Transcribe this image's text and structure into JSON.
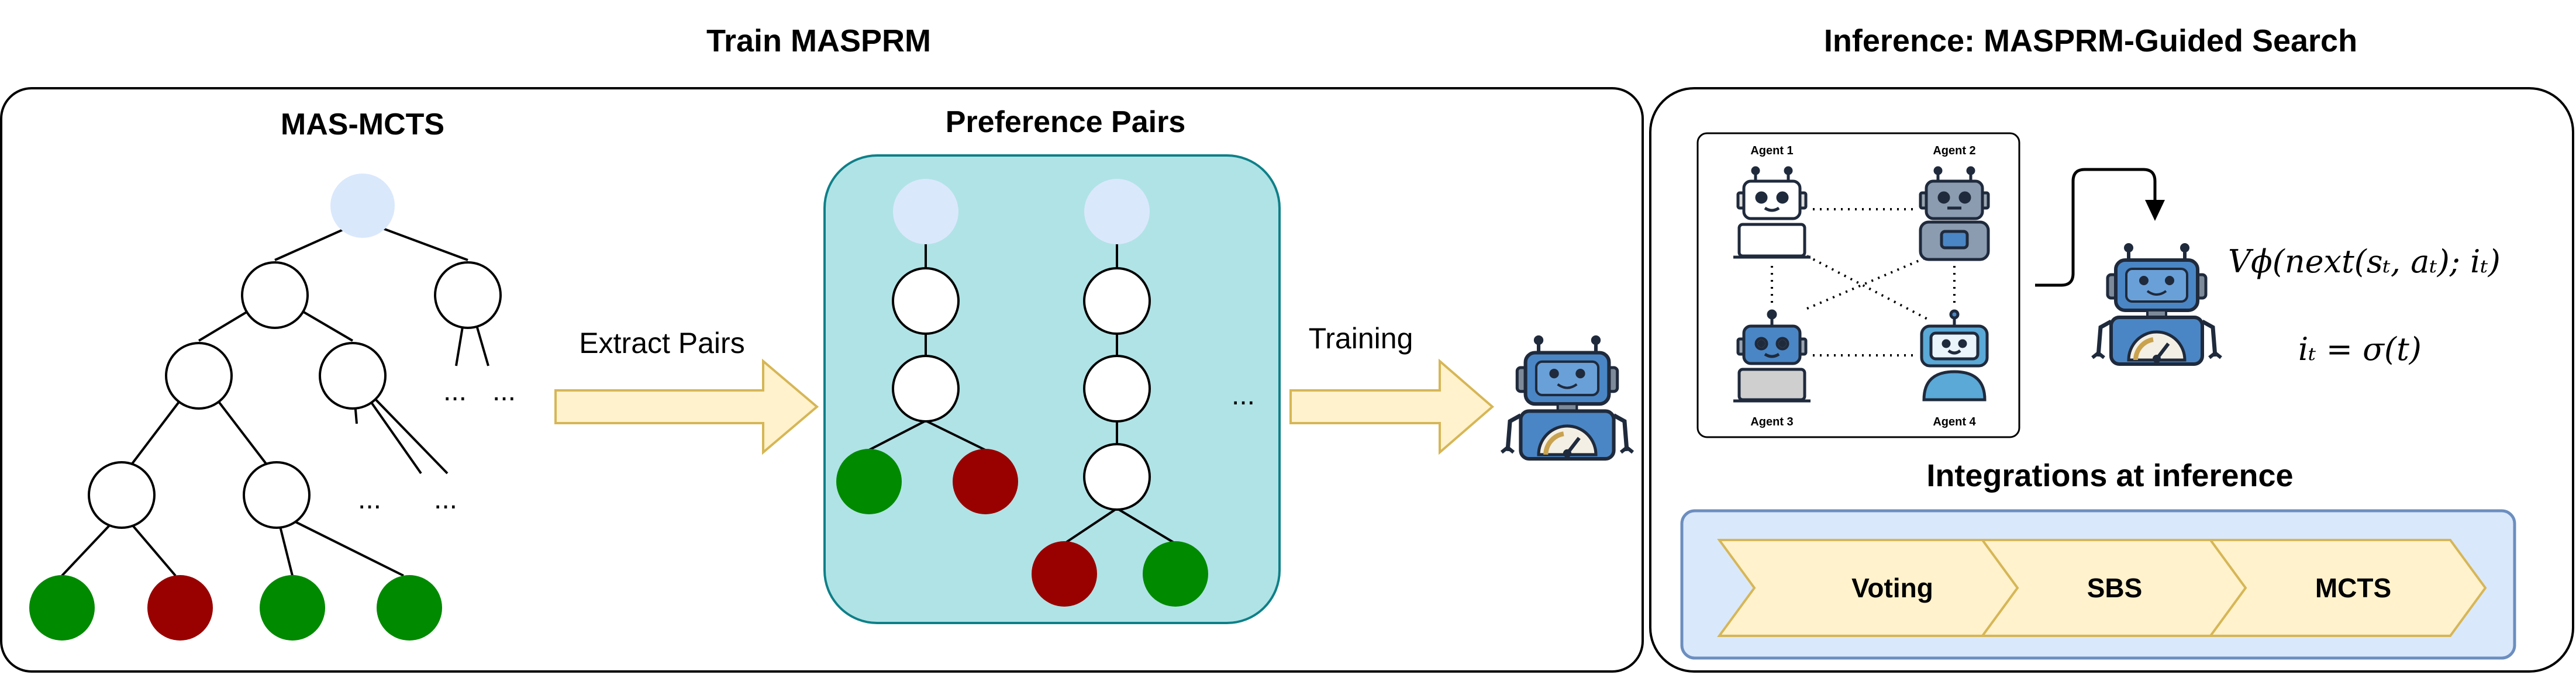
{
  "titles": {
    "train": "Train MASPRM",
    "inference": "Inference: MASPRM-Guided Search"
  },
  "left_panel": {
    "mas_mcts_title": "MAS-MCTS",
    "extract_label": "Extract Pairs",
    "preference_title": "Preference Pairs",
    "training_label": "Training",
    "ellipsis": "..."
  },
  "right_panel": {
    "agents": [
      "Agent 1",
      "Agent 2",
      "Agent 3",
      "Agent 4"
    ],
    "formula_value": "Vϕ(next(sₜ, aₜ); iₜ)",
    "formula_index": "iₜ = σ(t)",
    "integrations_title": "Integrations at inference",
    "chevrons": [
      "Voting",
      "SBS",
      "MCTS"
    ]
  },
  "colors": {
    "root_node": "#dae8fc",
    "good_leaf": "#008a00",
    "bad_leaf": "#990000",
    "pair_panel": "#b0e3e6",
    "pair_panel_border": "#0e8088",
    "arrow_fill": "#fff2cc",
    "arrow_border": "#d6b656",
    "integration_fill": "#dae8fc",
    "integration_border": "#6c8ebf",
    "robot_blue": "#4a86c5",
    "robot_dark": "#1f2a3c"
  },
  "icons": [
    "robot-icon",
    "speedometer-icon",
    "laptop-icon",
    "chat-bubble-icon",
    "loop-arrow-icon"
  ]
}
